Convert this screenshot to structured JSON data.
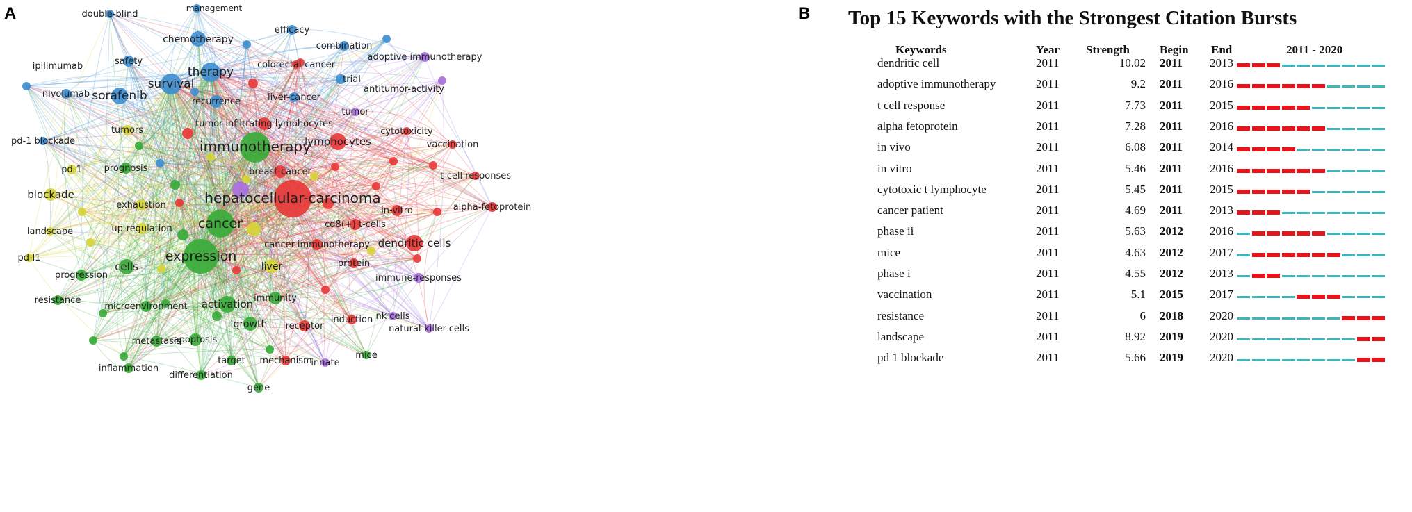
{
  "panels": {
    "a": "A",
    "b": "B"
  },
  "network": {
    "clusters": {
      "red": "#e83a3a",
      "green": "#3aab3a",
      "blue": "#3f8fd2",
      "yellow": "#d6d43a",
      "purple": "#a970e0"
    },
    "nodes": [
      {
        "label": "management",
        "cluster": "blue"
      },
      {
        "label": "double-blind",
        "cluster": "blue"
      },
      {
        "label": "chemotherapy",
        "cluster": "blue"
      },
      {
        "label": "efficacy",
        "cluster": "blue"
      },
      {
        "label": "combination",
        "cluster": "blue"
      },
      {
        "label": "safety",
        "cluster": "blue"
      },
      {
        "label": "ipilimumab",
        "cluster": "blue"
      },
      {
        "label": "therapy",
        "cluster": "blue"
      },
      {
        "label": "survival",
        "cluster": "blue"
      },
      {
        "label": "sorafenib",
        "cluster": "blue"
      },
      {
        "label": "nivolumab",
        "cluster": "blue"
      },
      {
        "label": "recurrence",
        "cluster": "blue"
      },
      {
        "label": "liver-cancer",
        "cluster": "blue"
      },
      {
        "label": "trial",
        "cluster": "blue"
      },
      {
        "label": "pd-1 blockade",
        "cluster": "blue"
      },
      {
        "label": "colorectal-cancer",
        "cluster": "red"
      },
      {
        "label": "adoptive immunotherapy",
        "cluster": "purple"
      },
      {
        "label": "antitumor-activity",
        "cluster": "purple"
      },
      {
        "label": "tumor",
        "cluster": "purple"
      },
      {
        "label": "cytotoxicity",
        "cluster": "red"
      },
      {
        "label": "tumor-infiltrating lymphocytes",
        "cluster": "red"
      },
      {
        "label": "lymphocytes",
        "cluster": "red"
      },
      {
        "label": "vaccination",
        "cluster": "red"
      },
      {
        "label": "tumors",
        "cluster": "yellow"
      },
      {
        "label": "immunotherapy",
        "cluster": "green"
      },
      {
        "label": "pd-1",
        "cluster": "yellow"
      },
      {
        "label": "prognosis",
        "cluster": "green"
      },
      {
        "label": "breast-cancer",
        "cluster": "red"
      },
      {
        "label": "t-cell responses",
        "cluster": "red"
      },
      {
        "label": "blockade",
        "cluster": "yellow"
      },
      {
        "label": "hepatocellular-carcinoma",
        "cluster": "red"
      },
      {
        "label": "exhaustion",
        "cluster": "yellow"
      },
      {
        "label": "alpha-fetoprotein",
        "cluster": "red"
      },
      {
        "label": "in-vitro",
        "cluster": "red"
      },
      {
        "label": "landscape",
        "cluster": "yellow"
      },
      {
        "label": "cancer",
        "cluster": "green"
      },
      {
        "label": "up-regulation",
        "cluster": "yellow"
      },
      {
        "label": "cd8(+) t-cells",
        "cluster": "red"
      },
      {
        "label": "cancer-immunotherapy",
        "cluster": "red"
      },
      {
        "label": "dendritic cells",
        "cluster": "red"
      },
      {
        "label": "pd-l1",
        "cluster": "yellow"
      },
      {
        "label": "expression",
        "cluster": "green"
      },
      {
        "label": "cells",
        "cluster": "green"
      },
      {
        "label": "liver",
        "cluster": "yellow"
      },
      {
        "label": "protein",
        "cluster": "red"
      },
      {
        "label": "progression",
        "cluster": "green"
      },
      {
        "label": "immune-responses",
        "cluster": "purple"
      },
      {
        "label": "resistance",
        "cluster": "green"
      },
      {
        "label": "immunity",
        "cluster": "green"
      },
      {
        "label": "microenvironment",
        "cluster": "green"
      },
      {
        "label": "activation",
        "cluster": "green"
      },
      {
        "label": "growth",
        "cluster": "green"
      },
      {
        "label": "receptor",
        "cluster": "red"
      },
      {
        "label": "induction",
        "cluster": "red"
      },
      {
        "label": "nk cells",
        "cluster": "purple"
      },
      {
        "label": "natural-killer-cells",
        "cluster": "purple"
      },
      {
        "label": "metastasis",
        "cluster": "green"
      },
      {
        "label": "apoptosis",
        "cluster": "green"
      },
      {
        "label": "inflammation",
        "cluster": "green"
      },
      {
        "label": "target",
        "cluster": "green"
      },
      {
        "label": "mechanism",
        "cluster": "red"
      },
      {
        "label": "innate",
        "cluster": "purple"
      },
      {
        "label": "mice",
        "cluster": "green"
      },
      {
        "label": "differentiation",
        "cluster": "green"
      },
      {
        "label": "gene",
        "cluster": "green"
      }
    ]
  },
  "bursts": {
    "title": "Top 15 Keywords with the Strongest Citation Bursts",
    "headers": {
      "keywords": "Keywords",
      "year": "Year",
      "strength": "Strength",
      "begin": "Begin",
      "end": "End",
      "range": "2011 - 2020"
    },
    "range_start": 2011,
    "range_end": 2020,
    "burst_color": "#e8141c",
    "base_color": "#3ab6bd",
    "rows": [
      {
        "keyword": "dendritic cell",
        "year": "2011",
        "strength": "10.02",
        "begin": "2011",
        "end": "2013"
      },
      {
        "keyword": "adoptive immunotherapy",
        "year": "2011",
        "strength": "9.2",
        "begin": "2011",
        "end": "2016"
      },
      {
        "keyword": "t cell response",
        "year": "2011",
        "strength": "7.73",
        "begin": "2011",
        "end": "2015"
      },
      {
        "keyword": "alpha fetoprotein",
        "year": "2011",
        "strength": "7.28",
        "begin": "2011",
        "end": "2016"
      },
      {
        "keyword": "in vivo",
        "year": "2011",
        "strength": "6.08",
        "begin": "2011",
        "end": "2014"
      },
      {
        "keyword": "in vitro",
        "year": "2011",
        "strength": "5.46",
        "begin": "2011",
        "end": "2016"
      },
      {
        "keyword": "cytotoxic t lymphocyte",
        "year": "2011",
        "strength": "5.45",
        "begin": "2011",
        "end": "2015"
      },
      {
        "keyword": "cancer patient",
        "year": "2011",
        "strength": "4.69",
        "begin": "2011",
        "end": "2013"
      },
      {
        "keyword": "phase ii",
        "year": "2011",
        "strength": "5.63",
        "begin": "2012",
        "end": "2016"
      },
      {
        "keyword": "mice",
        "year": "2011",
        "strength": "4.63",
        "begin": "2012",
        "end": "2017"
      },
      {
        "keyword": "phase i",
        "year": "2011",
        "strength": "4.55",
        "begin": "2012",
        "end": "2013"
      },
      {
        "keyword": "vaccination",
        "year": "2011",
        "strength": "5.1",
        "begin": "2015",
        "end": "2017"
      },
      {
        "keyword": "resistance",
        "year": "2011",
        "strength": "6",
        "begin": "2018",
        "end": "2020"
      },
      {
        "keyword": "landscape",
        "year": "2011",
        "strength": "8.92",
        "begin": "2019",
        "end": "2020"
      },
      {
        "keyword": "pd 1 blockade",
        "year": "2011",
        "strength": "5.66",
        "begin": "2019",
        "end": "2020"
      }
    ]
  }
}
